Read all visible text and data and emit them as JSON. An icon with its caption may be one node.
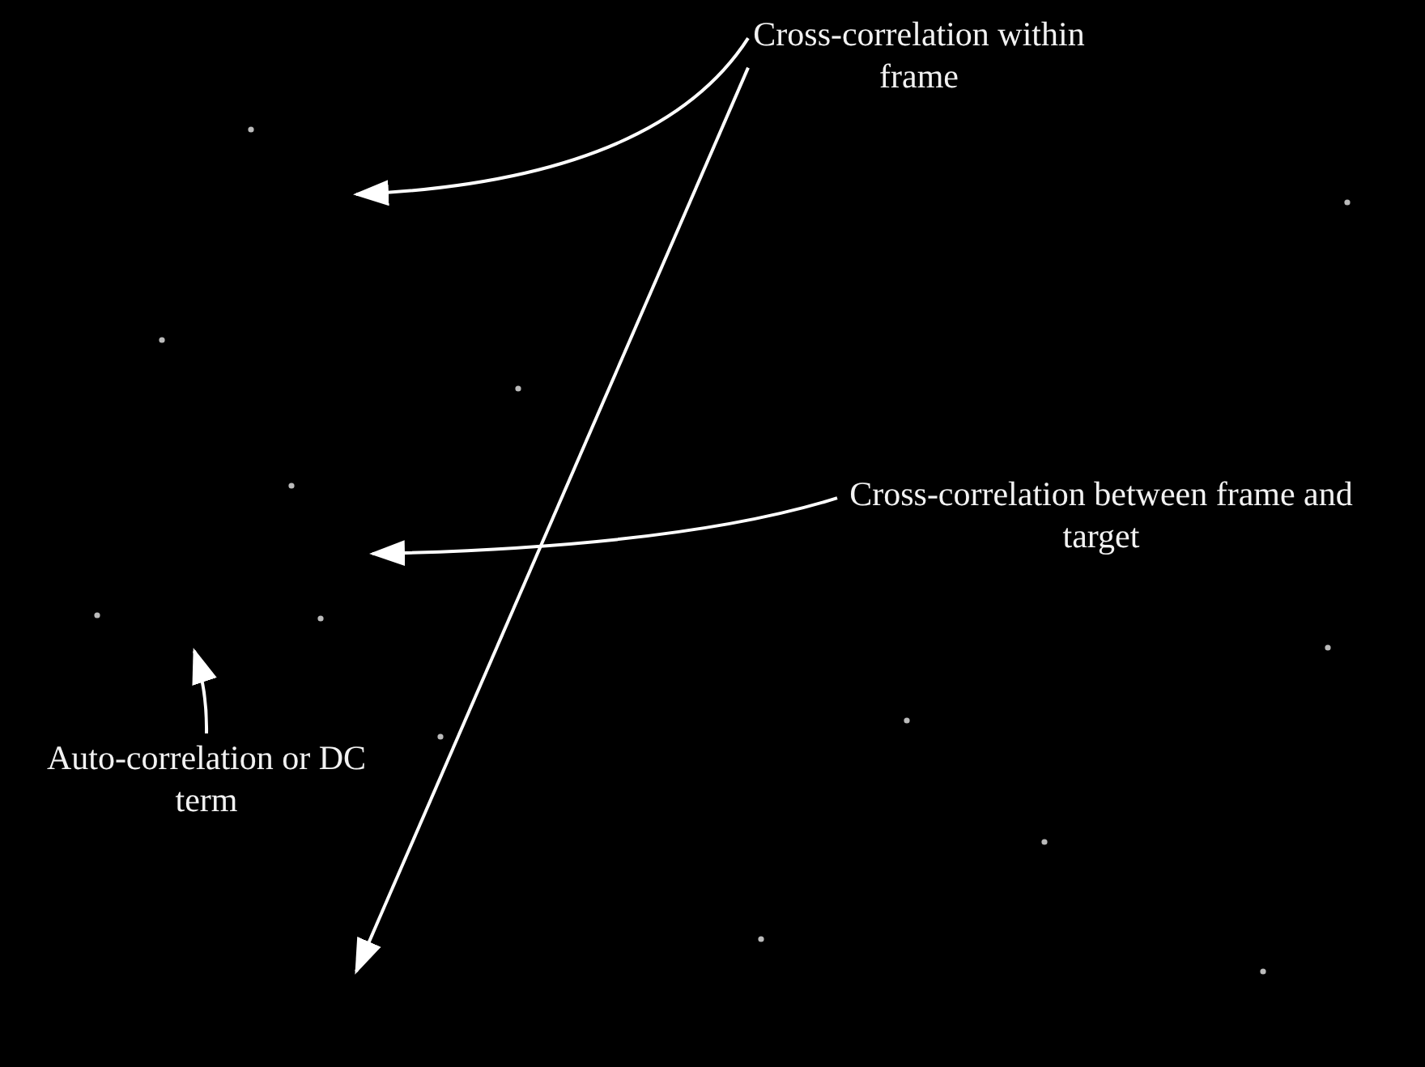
{
  "diagram": {
    "nodes": [
      {
        "text": [
          "Cross-correlation within frame"
        ]
      },
      {
        "text": [
          "Cross-correlation between frame and target"
        ]
      },
      {
        "text": [
          "Auto-correlation or DC term"
        ]
      }
    ],
    "edges": [
      {
        "from": 0,
        "to": null,
        "arrow": "to"
      },
      {
        "from": 0,
        "to": null,
        "arrow": "to"
      },
      {
        "from": 1,
        "to": null,
        "arrow": "to"
      },
      {
        "from": 2,
        "to": null,
        "arrow": "to"
      }
    ]
  }
}
